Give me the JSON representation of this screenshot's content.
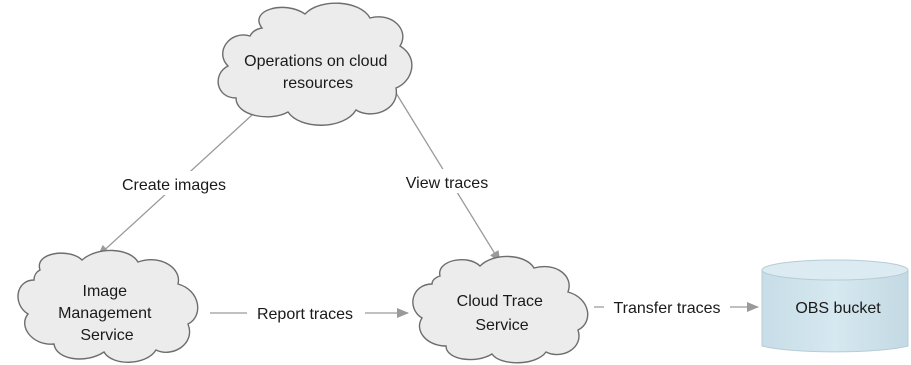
{
  "nodes": {
    "operations": {
      "lines": [
        "Operations on cloud",
        "resources"
      ]
    },
    "ims": {
      "lines": [
        "Image",
        "Management",
        "Service"
      ]
    },
    "cts": {
      "lines": [
        "Cloud Trace",
        "Service"
      ]
    },
    "obs": {
      "label": "OBS bucket"
    }
  },
  "edges": {
    "create_images": "Create images",
    "view_traces": "View traces",
    "report_traces": "Report traces",
    "transfer_traces": "Transfer traces"
  },
  "colors": {
    "cloud_fill": "#ececec",
    "cloud_stroke": "#6d6d6d",
    "cylinder_fill": "#cfe3ec",
    "arrow": "#9a9a9a"
  }
}
